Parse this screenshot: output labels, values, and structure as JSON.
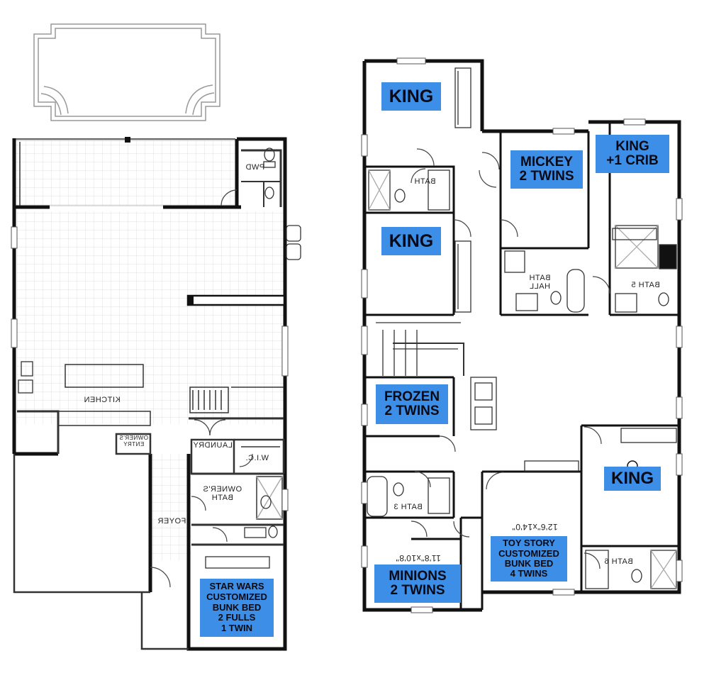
{
  "room_labels": {
    "king_1": "KING",
    "king_2": "KING",
    "mickey": [
      "MICKEY",
      "2 TWINS"
    ],
    "king_crib": [
      "KING",
      "+1 CRIB"
    ],
    "frozen": [
      "FROZEN",
      "2 TWINS"
    ],
    "king_3": "KING",
    "toy_story": [
      "TOY STORY",
      "CUSTOMIZED",
      "BUNK BED",
      "4 TWINS"
    ],
    "minions": [
      "MINIONS",
      "2 TWINS"
    ],
    "star_wars": [
      "STAR WARS",
      "CUSTOMIZED",
      "BUNK BED",
      "2 FULLS",
      "1 TWIN"
    ]
  },
  "plan_text": {
    "kitchen": "KITCHEN",
    "foyer": "FOYER",
    "laundry": "LAUNDRY",
    "owners_bath": [
      "OWNER'S",
      "BATH"
    ],
    "owners_entry": [
      "OWNER'S",
      "ENTRY"
    ],
    "wic": "W.I.C.",
    "pwd": "PWD",
    "bath_3": "BATH 3",
    "bath_5": "BATH 5",
    "bath_6": "BATH 6",
    "hall_bath": [
      "BATH",
      "HALL"
    ],
    "jack_jill_bath": "BATH",
    "dim_toy": "12'6\"x14'0\"",
    "dim_minions": "11'8\"x10'8\""
  },
  "colors": {
    "label_bg": "#3d8ee6",
    "label_text": "#0a0a14",
    "wall": "#111111",
    "grid": "#d6d6d6"
  }
}
